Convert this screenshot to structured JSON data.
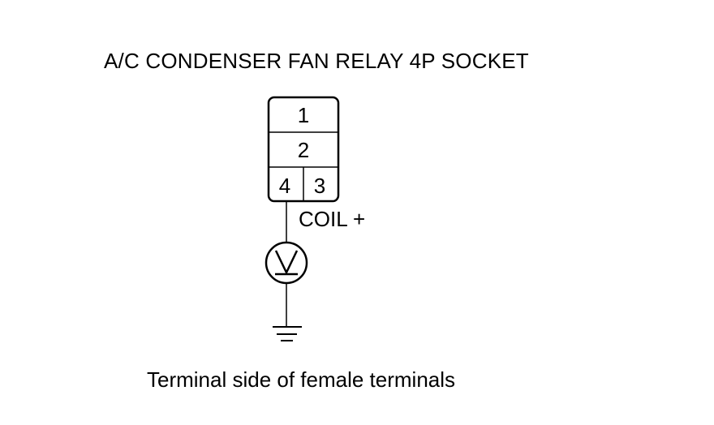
{
  "title": "A/C CONDENSER FAN RELAY 4P SOCKET",
  "socket": {
    "terminals": {
      "t1": "1",
      "t2": "2",
      "t4": "4",
      "t3": "3"
    },
    "probe_label": "COIL +"
  },
  "meter": {
    "symbol": "V"
  },
  "caption": "Terminal side of female terminals",
  "colors": {
    "line": "#000000",
    "background": "#ffffff"
  }
}
